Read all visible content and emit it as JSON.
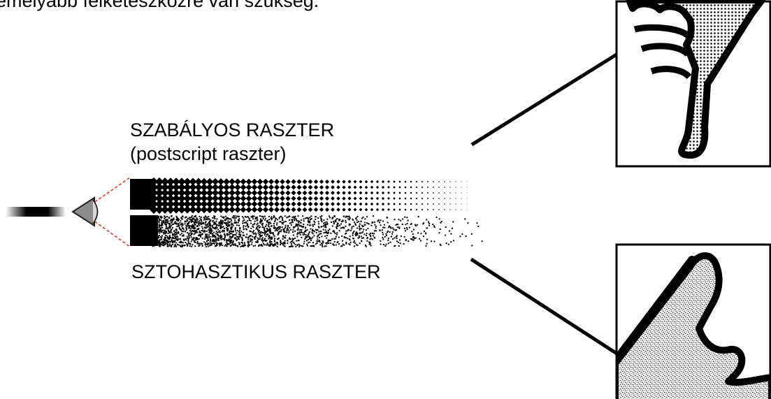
{
  "top_text": "emelyabb felketeszkozre van szukseg.",
  "regular_screen": {
    "title": "SZABÁLYOS RASZTER",
    "subtitle": "(postscript raszter)"
  },
  "stochastic_screen": {
    "title": "SZTOHASZTIKUS RASZTER"
  },
  "icons": {
    "eye": "eye-icon",
    "thumbs_down": "thumbs-down-icon",
    "thumbs_up": "thumbs-up-icon"
  },
  "colors": {
    "sight_lines": "#e8332a",
    "ink": "#000000"
  }
}
